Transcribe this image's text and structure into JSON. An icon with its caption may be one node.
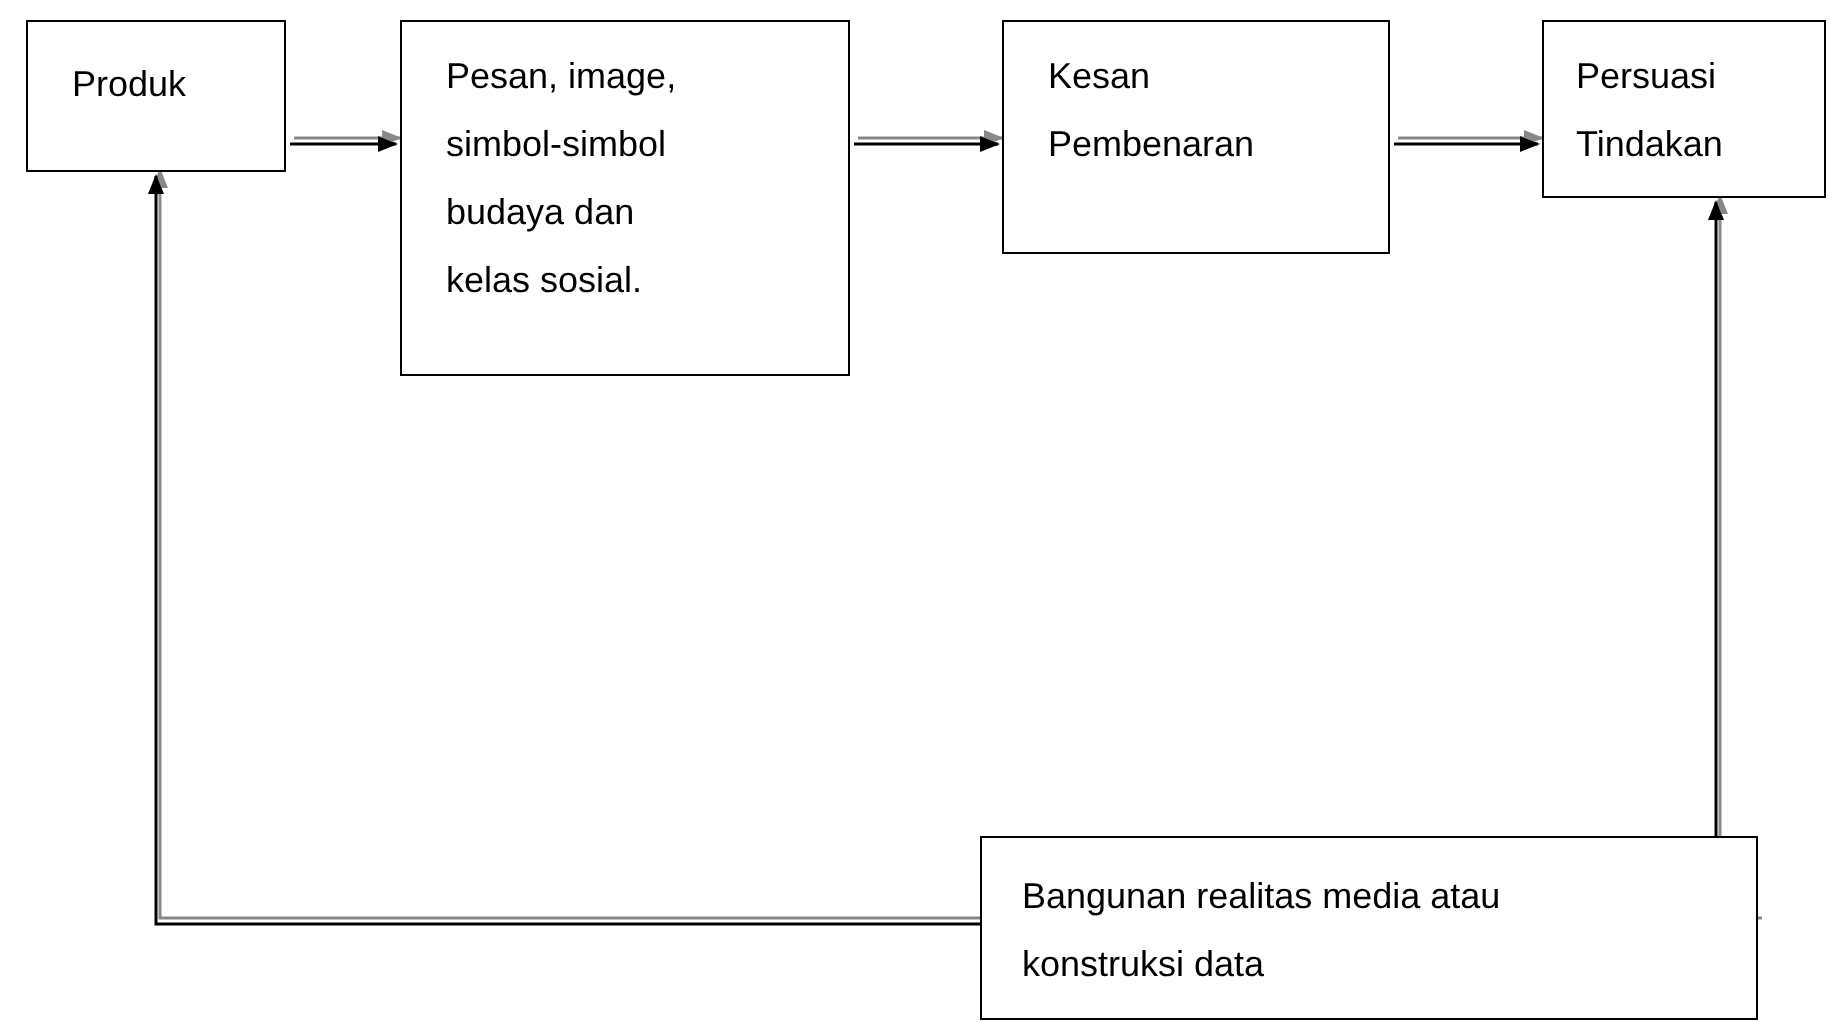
{
  "diagram": {
    "nodes": [
      {
        "text": [
          "Produk"
        ]
      },
      {
        "text": [
          "Pesan, image, simbol-simbol budaya dan kelas sosial."
        ]
      },
      {
        "text": [
          "Kesan Pembenaran"
        ]
      },
      {
        "text": [
          "Persuasi Tindakan"
        ]
      },
      {
        "text": [
          "Bangunan realitas media atau konstruksi data"
        ]
      }
    ],
    "edges": [
      {
        "from": 0,
        "to": 1,
        "arrow": "to"
      },
      {
        "from": 1,
        "to": 2,
        "arrow": "to"
      },
      {
        "from": 2,
        "to": 3,
        "arrow": "to"
      },
      {
        "from": 4,
        "to": 0,
        "arrow": "to"
      },
      {
        "from": 4,
        "to": 3,
        "arrow": "to"
      }
    ]
  }
}
